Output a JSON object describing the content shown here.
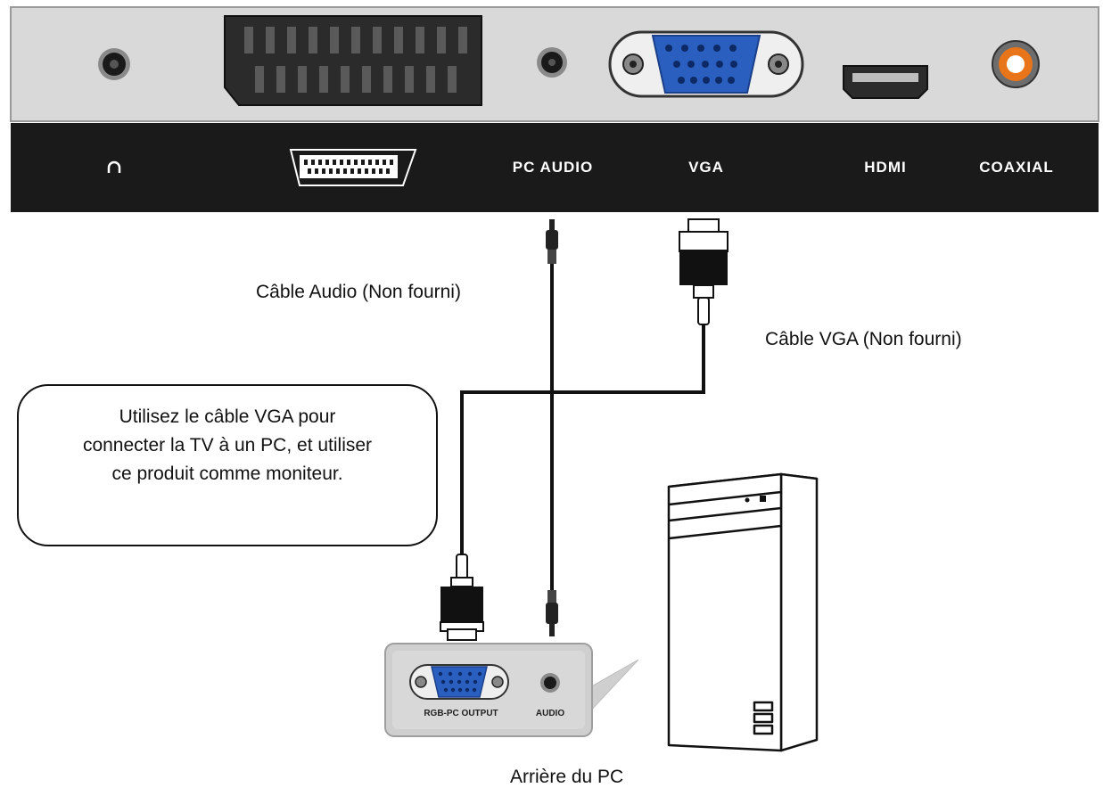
{
  "panel": {
    "labels": {
      "pc_audio": "PC AUDIO",
      "vga": "VGA",
      "hdmi": "HDMI",
      "coaxial": "COAXIAL"
    }
  },
  "captions": {
    "audio_cable": "Câble Audio (Non fourni)",
    "vga_cable": "Câble VGA (Non fourni)",
    "pc_back": "Arrière du PC"
  },
  "callout": {
    "line1": "Utilisez le câble VGA pour",
    "line2": "connecter la TV à un PC, et utiliser",
    "line3": "ce produit comme moniteur."
  },
  "pc_panel": {
    "rgb_label": "RGB-PC OUTPUT",
    "audio_label": "AUDIO"
  },
  "colors": {
    "panel_gray": "#d9d9d9",
    "label_bar": "#1a1a1a",
    "vga_blue": "#2a5fc0",
    "coaxial_orange": "#e8751a"
  }
}
